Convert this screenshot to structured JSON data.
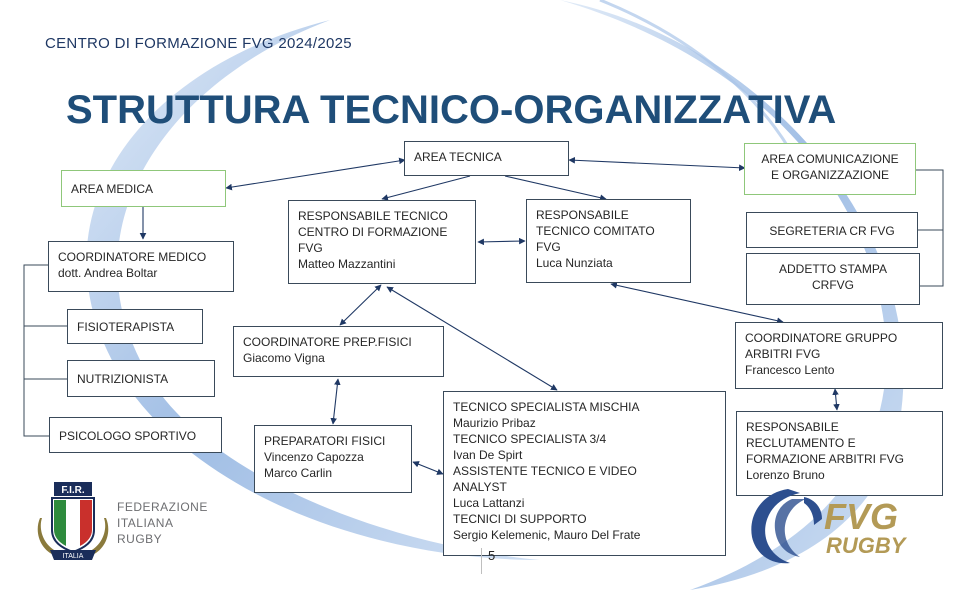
{
  "header": {
    "subtitle": "CENTRO DI FORMAZIONE FVG 2024/2025",
    "title": "STRUTTURA TECNICO-ORGANIZZATIVA"
  },
  "boxes": {
    "area_tecnica": {
      "lines": [
        "AREA TECNICA"
      ]
    },
    "area_medica": {
      "lines": [
        "AREA MEDICA"
      ]
    },
    "area_comunicazione": {
      "lines": [
        "AREA COMUNICAZIONE",
        "E ORGANIZZAZIONE"
      ]
    },
    "resp_tecnico_centro": {
      "lines": [
        "RESPONSABILE TECNICO",
        "CENTRO DI FORMAZIONE",
        "FVG",
        "Matteo Mazzantini"
      ]
    },
    "resp_tecnico_comitato": {
      "lines": [
        "RESPONSABILE",
        "TECNICO COMITATO",
        "FVG",
        "Luca Nunziata"
      ]
    },
    "segreteria": {
      "lines": [
        "SEGRETERIA CR FVG"
      ]
    },
    "addetto_stampa": {
      "lines": [
        "ADDETTO STAMPA",
        "CRFVG"
      ]
    },
    "coordinatore_medico": {
      "lines": [
        "COORDINATORE MEDICO",
        "dott. Andrea Boltar"
      ]
    },
    "fisioterapista": {
      "lines": [
        "FISIOTERAPISTA"
      ]
    },
    "nutrizionista": {
      "lines": [
        "NUTRIZIONISTA"
      ]
    },
    "psicologo": {
      "lines": [
        "PSICOLOGO SPORTIVO"
      ]
    },
    "coord_prep_fisici": {
      "lines": [
        "COORDINATORE PREP.FISICI",
        "Giacomo Vigna"
      ]
    },
    "preparatori_fisici": {
      "lines": [
        "PREPARATORI FISICI",
        "Vincenzo Capozza",
        "Marco Carlin"
      ]
    },
    "tecnici": {
      "lines": [
        "TECNICO SPECIALISTA MISCHIA",
        "Maurizio Pribaz",
        "TECNICO SPECIALISTA 3/4",
        "Ivan De Spirt",
        "ASSISTENTE TECNICO E VIDEO",
        "ANALYST",
        "Luca Lattanzi",
        "TECNICI DI SUPPORTO",
        "Sergio Kelemenic, Mauro Del Frate"
      ]
    },
    "coord_arbitri": {
      "lines": [
        "COORDINATORE GRUPPO",
        "ARBITRI FVG",
        "Francesco Lento"
      ]
    },
    "resp_reclutamento": {
      "lines": [
        "RESPONSABILE",
        "RECLUTAMENTO E",
        "FORMAZIONE ARBITRI FVG",
        "Lorenzo Bruno"
      ]
    }
  },
  "footer": {
    "page_number": "5",
    "fir_logo_text": [
      "FEDERAZIONE",
      "ITALIANA",
      "RUGBY"
    ],
    "fir_badge_label": "F.I.R.",
    "fir_ribbon_label": "ITALIA",
    "fvg_logo_text": [
      "FVG",
      "RUGBY"
    ]
  },
  "colors": {
    "title": "#1f4e79",
    "subtitle": "#1f3864",
    "box_border": "#3a4a5a",
    "green_border": "#8fc77a",
    "connector": "#1f3864",
    "swoosh": "#7ea6d8",
    "fvg_blue": "#2d4f8f",
    "fvg_gold": "#b39a56"
  }
}
